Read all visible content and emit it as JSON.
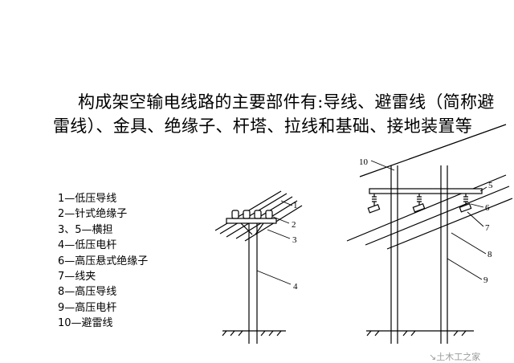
{
  "intro": {
    "paragraph": "构成架空输电线路的主要部件有:导线、避雷线（简称避雷线）、金具、绝缘子、杆塔、拉线和基础、接地装置等"
  },
  "legend": [
    "1—低压导线",
    "2—针式绝缘子",
    "3、5—横担",
    "4—低压电杆",
    "6—高压悬式绝缘子",
    "7—线夹",
    "8—高压导线",
    "9—高压电杆",
    "10—避雷线"
  ],
  "diagram_labels": {
    "low_voltage": [
      "1",
      "2",
      "3",
      "4"
    ],
    "high_voltage": [
      "10",
      "5",
      "6",
      "7",
      "8",
      "9"
    ]
  },
  "watermark": "↘土木工之家"
}
